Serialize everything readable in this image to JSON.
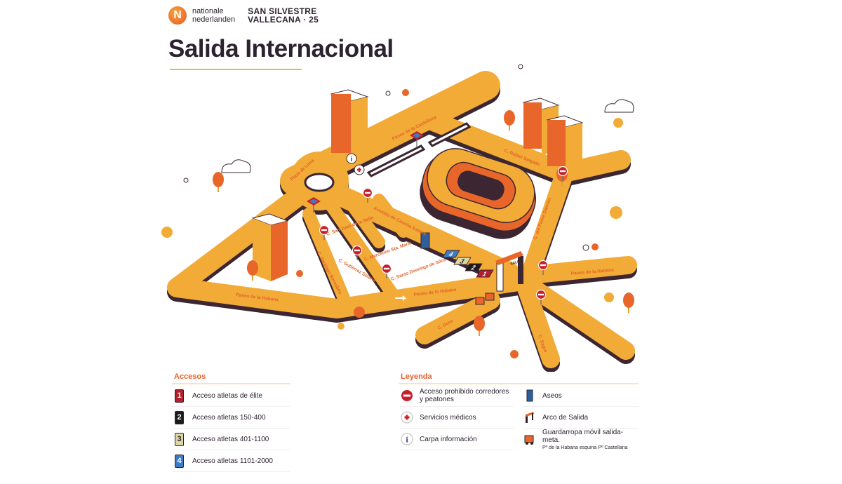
{
  "header": {
    "brand_line1": "nationale",
    "brand_line2": "nederlanden",
    "event_line1": "SAN SILVESTRE",
    "event_line2": "VALLECANA · 25",
    "title": "Salida Internacional"
  },
  "map": {
    "streets": {
      "castellana": "Paseo de la Castellana",
      "plaza_lima": "Plaza de Lima",
      "concha_espina": "Avenida de Concha Espina",
      "san_juan": "C. San Juan de la Salle",
      "marcelino": "C. Marcelino Sta. María",
      "santo_domingo": "C. Santo Domingo de Silos",
      "gutierrez": "C. Gutiérrez Solana",
      "bernabeu": "C. Santiago Bernabéu",
      "habana_left": "Paseo de la Habana",
      "habana_mid": "Paseo de la Habana",
      "habana_right": "Paseo de la Habana",
      "rafael_salgado": "C. Rafael Salgado",
      "padre_damian": "C. del Padre Damián",
      "sagre": "C. Sagre",
      "doce": "C. Doce"
    },
    "start_arch_label": "SALIDA",
    "access_numbers": [
      "1",
      "2",
      "3",
      "4"
    ],
    "colors": {
      "road": "#f2ab36",
      "road_shadow": "#3b2632",
      "building": "#e8662a",
      "accent": "#e8612c"
    }
  },
  "accesos": {
    "heading": "Accesos",
    "items": [
      {
        "number": "1",
        "label": "Acceso atletas de élite",
        "color": "#b3202b"
      },
      {
        "number": "2",
        "label": "Acceso atletas 150-400",
        "color": "#1b1b1b"
      },
      {
        "number": "3",
        "label": "Acceso atletas 401-1100",
        "color": "#dcd8a6"
      },
      {
        "number": "4",
        "label": "Acceso atletas 1101-2000",
        "color": "#3d7cc3"
      }
    ]
  },
  "leyenda": {
    "heading": "Leyenda",
    "left": [
      {
        "icon": "no-entry-icon",
        "label": "Acceso prohibido corredores y peatones"
      },
      {
        "icon": "medical-cross-icon",
        "label": "Servicios médicos"
      },
      {
        "icon": "info-icon",
        "label": "Carpa información"
      }
    ],
    "right": [
      {
        "icon": "toilet-icon",
        "label": "Aseos"
      },
      {
        "icon": "start-arch-icon",
        "label": "Arco de Salida"
      },
      {
        "icon": "cloakroom-truck-icon",
        "label": "Guardarropa móvil salida-meta.",
        "sublabel": "Pº de la Habana esquina Pº Castellana"
      }
    ]
  }
}
